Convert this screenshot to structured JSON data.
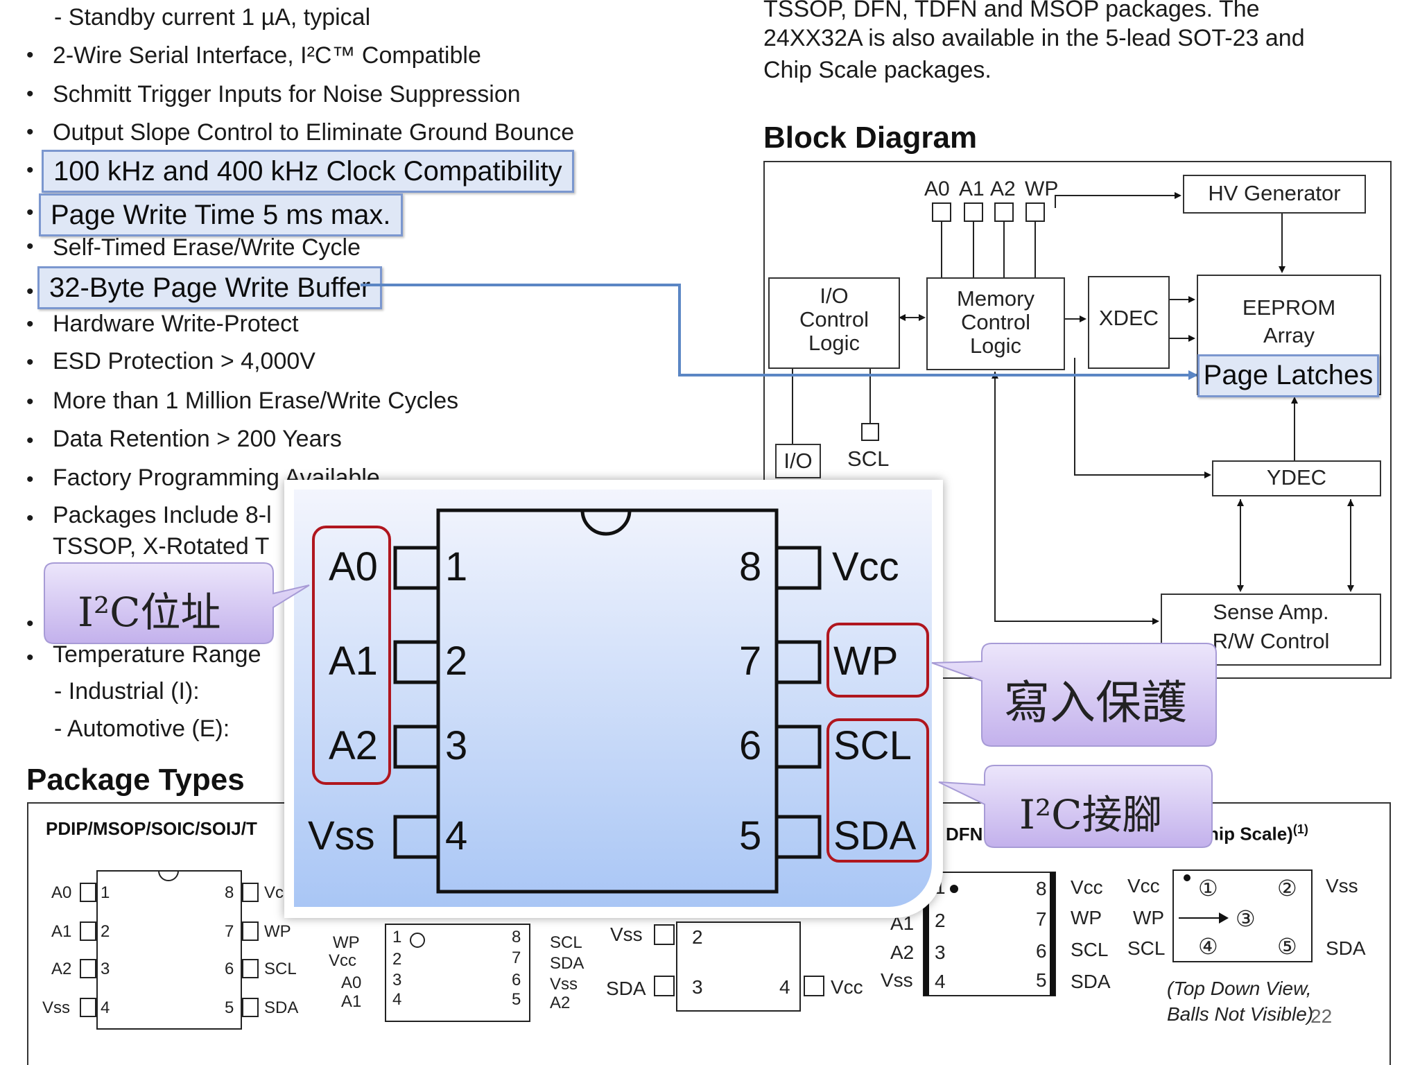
{
  "features": {
    "standby": "-  Standby current 1 µA, typical",
    "items": [
      "2-Wire Serial Interface, I²C™ Compatible",
      "Schmitt Trigger Inputs for Noise Suppression",
      "Output Slope Control to Eliminate Ground Bounce",
      "Self-Timed Erase/Write Cycle",
      "Hardware Write-Protect",
      "ESD Protection > 4,000V",
      "More than 1 Million Erase/Write Cycles",
      "Data Retention > 200 Years",
      "Factory Programming Available",
      "Packages Include 8-l",
      "TSSOP, X-Rotated T",
      "Temperature Range",
      "-  Industrial (I):",
      "-  Automotive (E):"
    ],
    "highlights": [
      "100 kHz and 400 kHz Clock Compatibility",
      "Page Write Time 5 ms max.",
      "32-Byte Page Write Buffer"
    ]
  },
  "right_text": {
    "line1": "TSSOP,  DFN,  TDFN  and  MSOP  packages.  The",
    "line2": "24XX32A is also available in the 5-lead SOT-23 and",
    "line3": "Chip Scale packages."
  },
  "block_diagram": {
    "title": "Block Diagram",
    "pins": [
      "A0",
      "A1",
      "A2",
      "WP"
    ],
    "io_logic": "I/O\nControl\nLogic",
    "memory_logic": "Memory\nControl\nLogic",
    "xdec": "XDEC",
    "hv": "HV Generator",
    "eeprom": "EEPROM\nArray",
    "page_latches": "Page Latches",
    "io_pin": "I/O",
    "scl_pin": "SCL",
    "ydec": "YDEC",
    "sense": "Sense Amp.",
    "rw": "R/W Control"
  },
  "package_types": {
    "title": "Package Types",
    "pdip_title": "PDIP/MSOP/SOIC/SOIJ/T",
    "dfn_title": "DFN",
    "chip_scale_title": "hip Scale)",
    "chip_scale_sup": "(1)",
    "pdip_left": [
      "A0",
      "A1",
      "A2",
      "Vss"
    ],
    "pdip_left_nums": [
      "1",
      "2",
      "3",
      "4"
    ],
    "pdip_right_nums": [
      "8",
      "7",
      "6",
      "5"
    ],
    "pdip_right": [
      "Vc",
      "WP",
      "SCL",
      "SDA"
    ],
    "tssop_left": [
      "WP",
      "Vcc",
      "A0",
      "A1"
    ],
    "tssop_left_nums": [
      "1",
      "2",
      "3",
      "4"
    ],
    "tssop_right_nums": [
      "8",
      "7",
      "6",
      "5"
    ],
    "tssop_right": [
      "SCL",
      "SDA",
      "Vss",
      "A2"
    ],
    "sot_left": [
      "Vss",
      "SDA"
    ],
    "sot_nums": [
      "2",
      "3",
      "4"
    ],
    "sot_right": "Vcc",
    "dfn_left": [
      "A1",
      "A2",
      "Vss"
    ],
    "dfn_left_nums": [
      "1",
      "2",
      "3",
      "4"
    ],
    "dfn_right_nums": [
      "8",
      "7",
      "6",
      "5"
    ],
    "dfn_right": [
      "Vcc",
      "WP",
      "SCL",
      "SDA"
    ],
    "cs_left": [
      "Vcc",
      "WP",
      "SCL"
    ],
    "cs_right": [
      "Vss",
      "SDA"
    ],
    "cs_balls": [
      "①",
      "②",
      "③",
      "④",
      "⑤"
    ],
    "cs_note1": "(Top Down View,",
    "cs_note2": "Balls Not Visible)",
    "page_num": "22"
  },
  "overlay_chip": {
    "left_labels": [
      "A0",
      "A1",
      "A2",
      "Vss"
    ],
    "left_nums": [
      "1",
      "2",
      "3",
      "4"
    ],
    "right_nums": [
      "8",
      "7",
      "6",
      "5"
    ],
    "right_labels": [
      "Vcc",
      "WP",
      "SCL",
      "SDA"
    ]
  },
  "callouts": {
    "i2c_address": "I²C位址",
    "write_protect": "寫入保護",
    "i2c_pins": "I²C接腳"
  },
  "colors": {
    "highlight_fill": "#dfe7f6",
    "highlight_border": "#7b97cf",
    "connector_line": "#5b86c4",
    "red_outline": "#b0161e",
    "callout_fill": "#cdbdf0",
    "chip_bg_top": "#f3f5fd",
    "chip_bg_bottom": "#a9c6f5"
  }
}
